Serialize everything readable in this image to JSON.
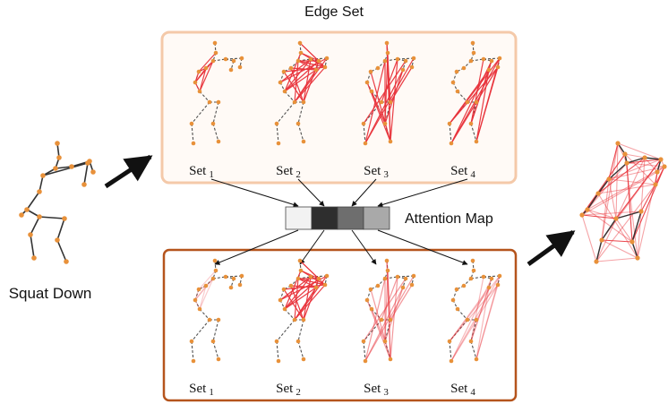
{
  "title": "Edge Set",
  "input_label": "Squat Down",
  "attention_label": "Attention Map",
  "set_labels_top": [
    {
      "name": "Set",
      "sub": "1"
    },
    {
      "name": "Set",
      "sub": "2"
    },
    {
      "name": "Set",
      "sub": "3"
    },
    {
      "name": "Set",
      "sub": "4"
    }
  ],
  "set_labels_bottom": [
    {
      "name": "Set",
      "sub": "1"
    },
    {
      "name": "Set",
      "sub": "2"
    },
    {
      "name": "Set",
      "sub": "3"
    },
    {
      "name": "Set",
      "sub": "4"
    }
  ],
  "attention_weights": [
    "#f2f2f2",
    "#2e2e2e",
    "#6e6e6e",
    "#a9a9a9"
  ],
  "colors": {
    "edge_set_border": "#f4c9a9",
    "edge_set_fill": "#fffaf6",
    "attention_box_border": "#b5541c",
    "joint": "#e8913a",
    "edge_red": "#e8323a",
    "bone": "#333333"
  }
}
